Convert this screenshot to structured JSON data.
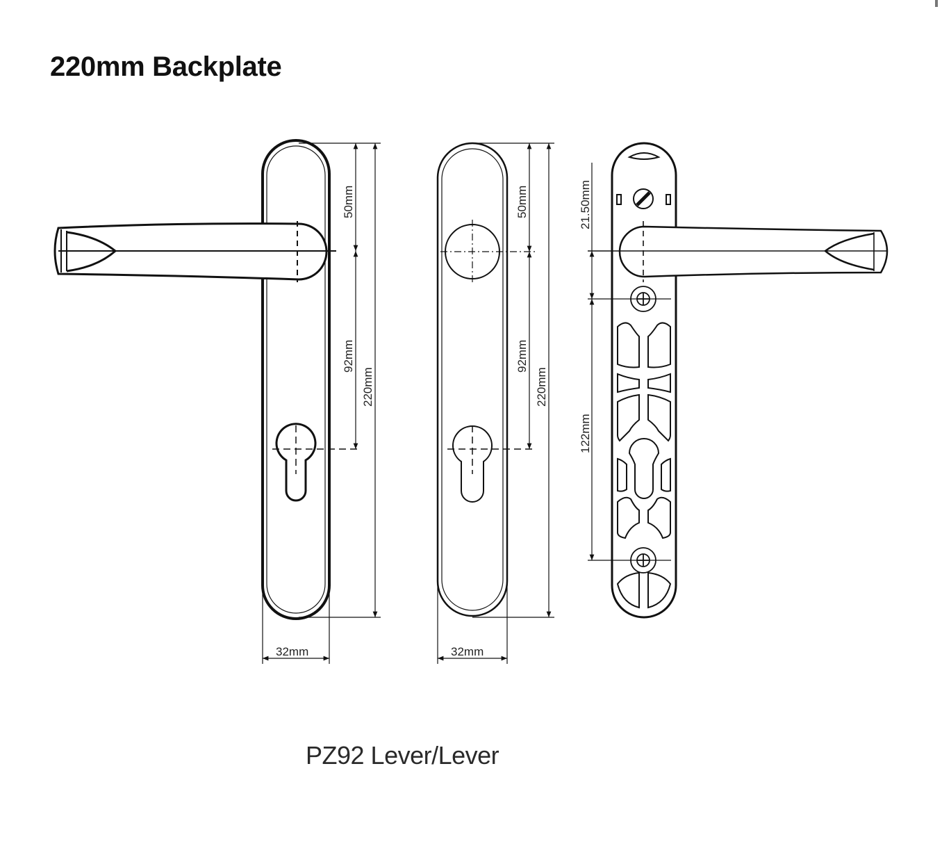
{
  "header": {
    "title": "220mm Backplate"
  },
  "caption": "PZ92 Lever/Lever",
  "colors": {
    "line": "#111111",
    "background": "#ffffff",
    "text": "#111111"
  },
  "views": {
    "left": {
      "name": "front view with lever (left handed)",
      "dims": {
        "top_to_spindle": "50mm",
        "spindle_to_cylinder": "92mm",
        "overall_height": "220mm",
        "width": "32mm"
      }
    },
    "middle": {
      "name": "front view backplate only",
      "dims": {
        "top_to_spindle": "50mm",
        "spindle_to_cylinder": "92mm",
        "overall_height": "220mm",
        "width": "32mm"
      }
    },
    "right": {
      "name": "rear view with fixing holes",
      "dims": {
        "spindle_offset": "21.50mm",
        "fixing_centres": "122mm"
      }
    }
  },
  "icons": {
    "scrollbar": "scrollbar-indicator"
  }
}
